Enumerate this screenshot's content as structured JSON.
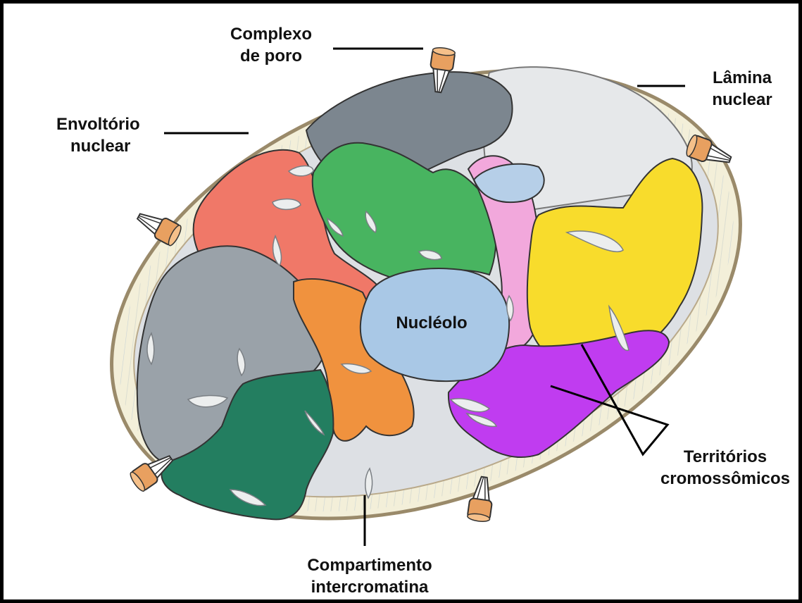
{
  "labels": {
    "pore_complex": [
      "Complexo",
      "de poro"
    ],
    "nuclear_envelope": [
      "Envoltório",
      "nuclear"
    ],
    "nuclear_lamina": [
      "Lâmina",
      "nuclear"
    ],
    "nucleolus": "Nucléolo",
    "chromosome_territories": [
      "Territórios",
      "cromossômicos"
    ],
    "interchromatin_compartment": [
      "Compartimento",
      "intercromatina"
    ]
  },
  "colors": {
    "envelope_outline": "#9a8a6a",
    "envelope_fill": "#f3efd9",
    "nucleoplasm": "#dde0e4",
    "pore_orange": "#e8a060",
    "nucleolus": "#a9c8e6",
    "territory_red": "#f07868",
    "territory_dark_gray": "#7c868f",
    "territory_green": "#48b460",
    "territory_gray": "#9aa2a9",
    "territory_orange": "#f0923e",
    "territory_pink": "#f2a8dc",
    "territory_yellow": "#f8dc2c",
    "territory_purple": "#c03cf0",
    "territory_dark_green": "#237e60",
    "territory_light_blue": "#b6cfe8",
    "lamina_region": "#e6e8ea"
  }
}
